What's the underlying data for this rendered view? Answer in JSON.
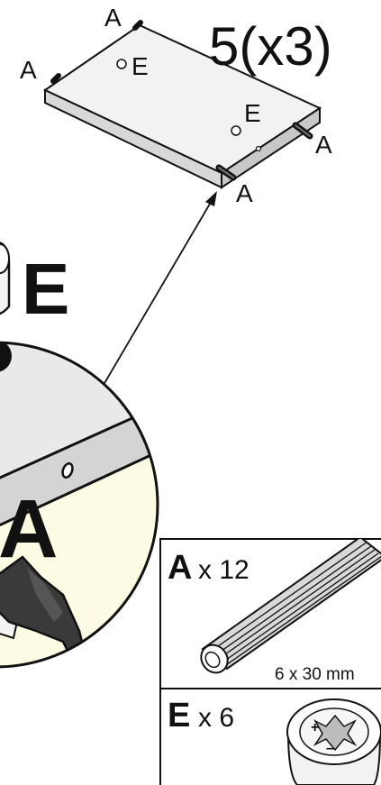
{
  "step": {
    "label": "5(x3)"
  },
  "panel_labels": {
    "dowel_left": "A",
    "dowel_top": "A",
    "dowel_right": "A",
    "dowel_bottom": "A",
    "cam_hole_top": "E",
    "cam_hole_bottom": "E"
  },
  "zoom": {
    "cam_letter": "E",
    "dowel_letter": "A"
  },
  "parts": {
    "dowel": {
      "letter": "A",
      "count": "x 12",
      "size": "6 x 30 mm"
    },
    "cam": {
      "letter": "E",
      "count": "x 6"
    }
  }
}
